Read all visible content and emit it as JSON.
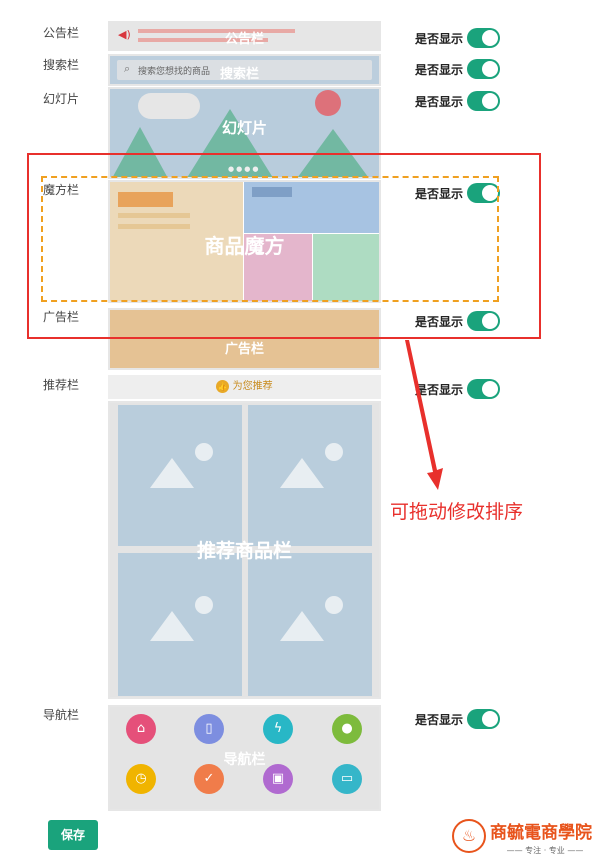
{
  "sections": [
    {
      "label": "公告栏",
      "preview": "公告栏",
      "toggle": "是否显示"
    },
    {
      "label": "搜索栏",
      "preview": "搜索栏",
      "placeholder": "搜索您想找的商品",
      "toggle": "是否显示"
    },
    {
      "label": "幻灯片",
      "preview": "幻灯片",
      "toggle": "是否显示"
    },
    {
      "label": "魔方栏",
      "preview": "商品魔方",
      "toggle": "是否显示"
    },
    {
      "label": "广告栏",
      "preview": "广告栏",
      "toggle": "是否显示"
    },
    {
      "label": "推荐栏",
      "preview": "推荐商品栏",
      "header": "为您推荐",
      "toggle": "是否显示"
    },
    {
      "label": "导航栏",
      "preview": "导航栏",
      "toggle": "是否显示"
    }
  ],
  "annotation": "可拖动修改排序",
  "save_label": "保存",
  "logo": {
    "name": "商毓電商學院",
    "slogan": "专注 · 专业"
  },
  "colors": {
    "toggle": "#1aa37c",
    "annotation": "#e8302c",
    "save": "#1aa37c"
  },
  "nav_icons": [
    "tag-icon",
    "phone-icon",
    "lightning-icon",
    "apple-icon",
    "alarm-icon",
    "thumbs-up-icon",
    "gift-icon",
    "truck-icon"
  ]
}
